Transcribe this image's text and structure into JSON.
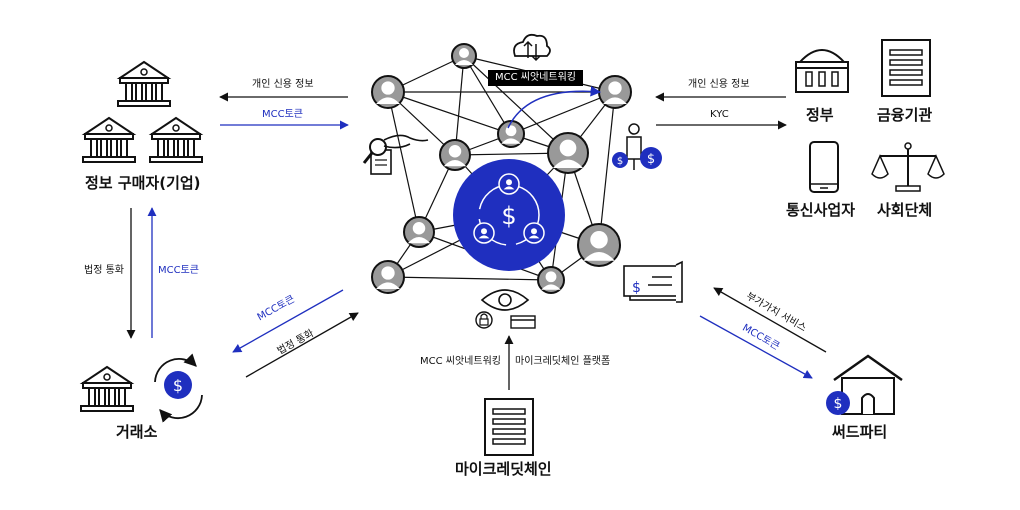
{
  "entities": {
    "info_buyer": "정보 구매자(기업)",
    "exchange": "거래소",
    "microledger": "마이크레딧체인",
    "third_party": "써드파티",
    "government": "정부",
    "financial": "금융기관",
    "telecom": "통신사업자",
    "social": "사회단체"
  },
  "flows": {
    "personal_credit_info_left": "개인 신용 정보",
    "mcc_token_left": "MCC토큰",
    "personal_credit_info_right": "개인 신용 정보",
    "kyc": "KYC",
    "legal_currency_down": "법정 통화",
    "mcc_token_up": "MCC토큰",
    "mcc_token_exchange": "MCC토큰",
    "legal_currency_exchange": "법정 통화",
    "value_added_service": "부가가치 서비스",
    "mcc_token_third": "MCC토큰",
    "mcc_networking_bottom": "MCC 씨앗네트워킹",
    "microcredit_platform": "마이크레딧체인 플랫폼"
  },
  "network": {
    "badge": "MCC 씨앗네트워킹",
    "center_symbol": "$"
  },
  "symbols": {
    "dollar": "$"
  },
  "colors": {
    "accent": "#1f2fbf",
    "node_fill": "#999999",
    "line": "#111111"
  }
}
